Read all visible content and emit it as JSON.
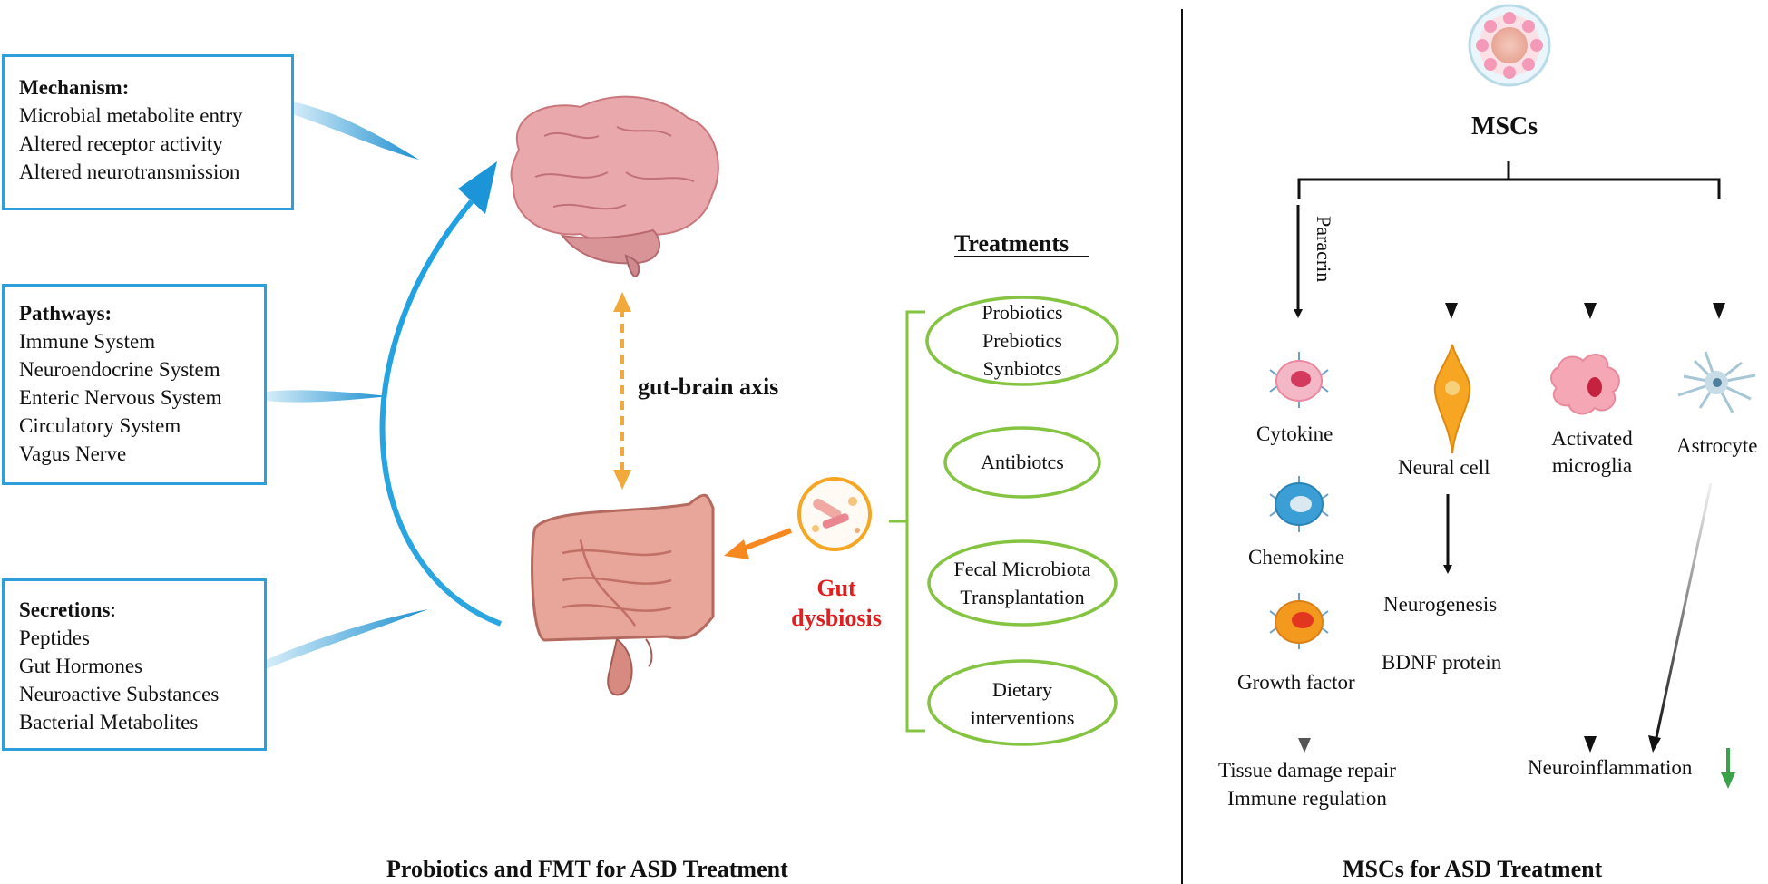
{
  "left_panel": {
    "mechanism": {
      "heading": "Mechanism:",
      "items": [
        "Microbial metabolite entry",
        "Altered receptor activity",
        "Altered neurotransmission"
      ]
    },
    "pathways": {
      "heading": "Pathways:",
      "items": [
        "Immune System",
        "Neuroendocrine System",
        "Enteric Nervous System",
        "Circulatory System",
        "Vagus Nerve"
      ]
    },
    "secretions": {
      "heading": "Secretions",
      "heading_suffix": ":",
      "items": [
        "Peptides",
        "Gut Hormones",
        "Neuroactive Substances",
        "Bacterial Metabolites"
      ]
    },
    "axis_label": "gut-brain axis",
    "dysbiosis_label": [
      "Gut",
      "dysbiosis"
    ],
    "treatments_heading": "Treatments",
    "treatments": [
      [
        "Probiotics",
        "Prebiotics",
        "Synbiotcs"
      ],
      [
        "Antibiotcs"
      ],
      [
        "Fecal Microbiota",
        "Transplantation"
      ],
      [
        "Dietary",
        "interventions"
      ]
    ],
    "caption": "Probiotics and FMT for ASD Treatment"
  },
  "right_panel": {
    "title": "MSCs",
    "paracrin_label": "Paracrin",
    "cells": {
      "cytokine": "Cytokine",
      "chemokine": "Chemokine",
      "growth_factor": "Growth factor",
      "neural_cell": "Neural cell",
      "activated_microglia": [
        "Activated",
        "microglia"
      ],
      "astrocyte": "Astrocyte"
    },
    "outcomes": {
      "tissue_repair": "Tissue damage repair",
      "immune_regulation": "Immune regulation",
      "neurogenesis": "Neurogenesis",
      "bdnf": "BDNF protein",
      "neuroinflammation": "Neuroinflammation"
    },
    "caption": "MSCs for ASD Treatment"
  },
  "colors": {
    "box_border": "#2e9fd9",
    "axis_arrow": "#f2a93b",
    "dysbiosis_text": "#e02020",
    "oval_border": "#84c441",
    "down_arrow": "#3aa34a",
    "cytokine": "#e98aa0",
    "chemokine": "#3b9fd6",
    "growth_factor": "#f39a1e",
    "neural_cell": "#f6a623",
    "microglia": "#f28ca0",
    "astrocyte": "#a7c6d6"
  }
}
